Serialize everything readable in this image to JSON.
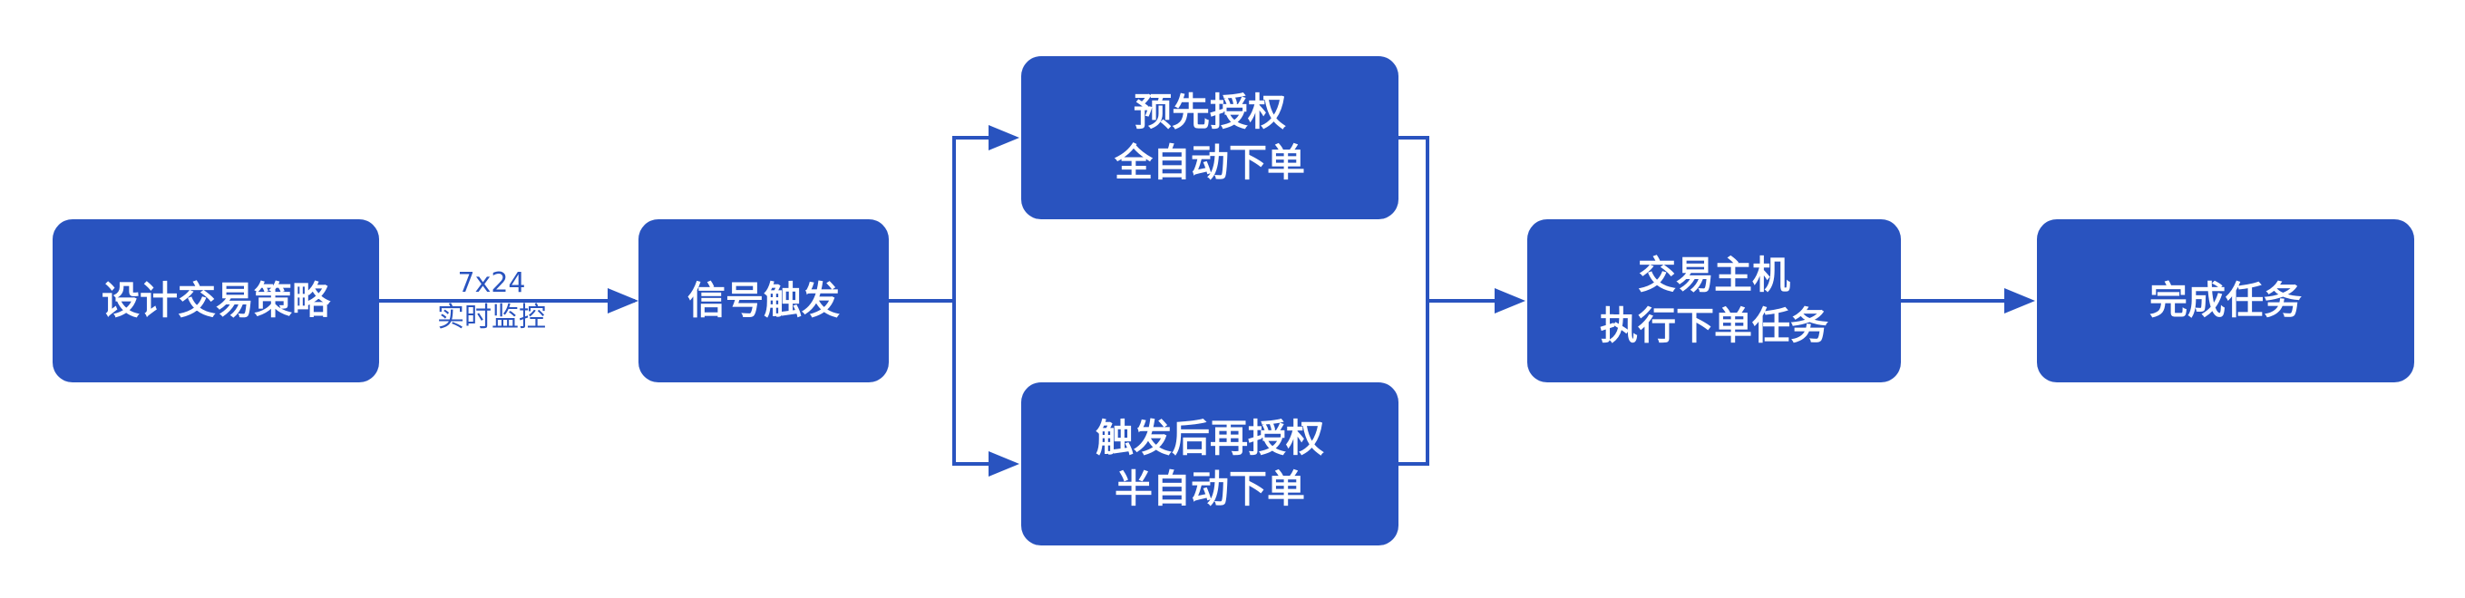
{
  "colors": {
    "node_fill": "#2953BF",
    "node_text": "#FFFFFF",
    "arrow": "#2953BF",
    "background": "#FFFFFF"
  },
  "nodes": {
    "design_strategy": {
      "line1": "设计交易策略"
    },
    "signal_trigger": {
      "line1": "信号触发"
    },
    "pre_authorize": {
      "line1": "预先授权",
      "line2": "全自动下单"
    },
    "post_authorize": {
      "line1": "触发后再授权",
      "line2": "半自动下单"
    },
    "trading_host": {
      "line1": "交易主机",
      "line2": "执行下单任务"
    },
    "complete_task": {
      "line1": "完成任务"
    }
  },
  "edges": {
    "monitor_label": {
      "line1": "7x24",
      "line2": "实时监控"
    }
  }
}
